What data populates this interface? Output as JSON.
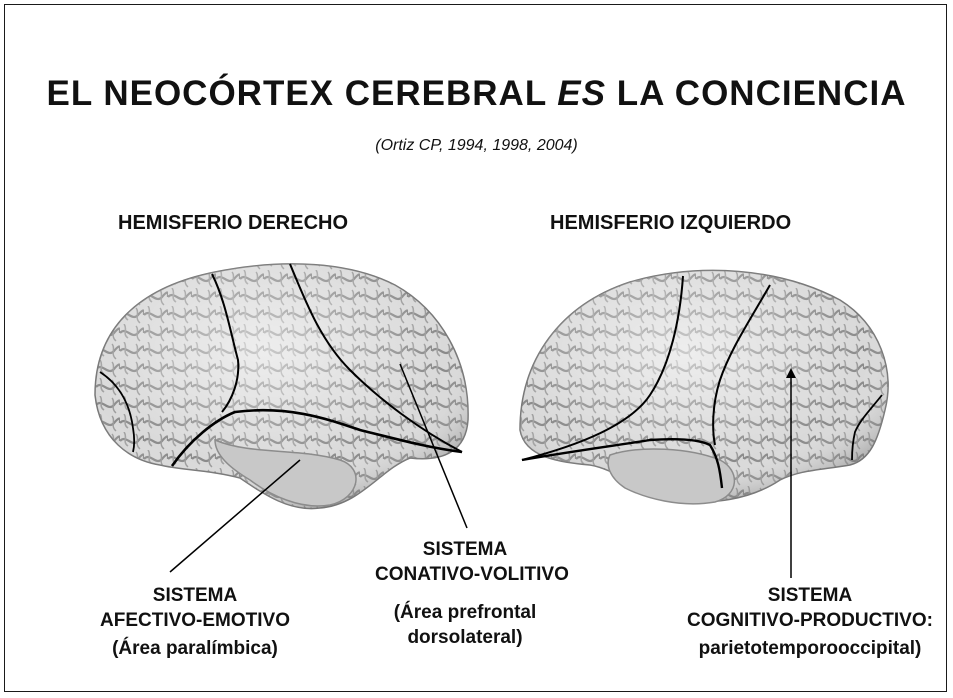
{
  "title": {
    "part1": "EL NEOCÓRTEX CEREBRAL ",
    "emphasis": "ES",
    "part2": " LA CONCIENCIA"
  },
  "citation": "(Ortiz CP, 1994, 1998, 2004)",
  "hemispheres": {
    "right": "HEMISFERIO DERECHO",
    "left": "HEMISFERIO IZQUIERDO"
  },
  "labels": {
    "affective": {
      "line1": "SISTEMA",
      "line2": "AFECTIVO-EMOTIVO",
      "line3": "(Área paralímbica)"
    },
    "conative": {
      "line1": "SISTEMA",
      "line2": "CONATIVO-VOLITIVO",
      "line3": "(Área prefrontal",
      "line4": "dorsolateral)"
    },
    "cognitive": {
      "line1": "SISTEMA",
      "line2": "COGNITIVO-PRODUCTIVO:",
      "line3": "parietotemporooccipital)"
    }
  }
}
